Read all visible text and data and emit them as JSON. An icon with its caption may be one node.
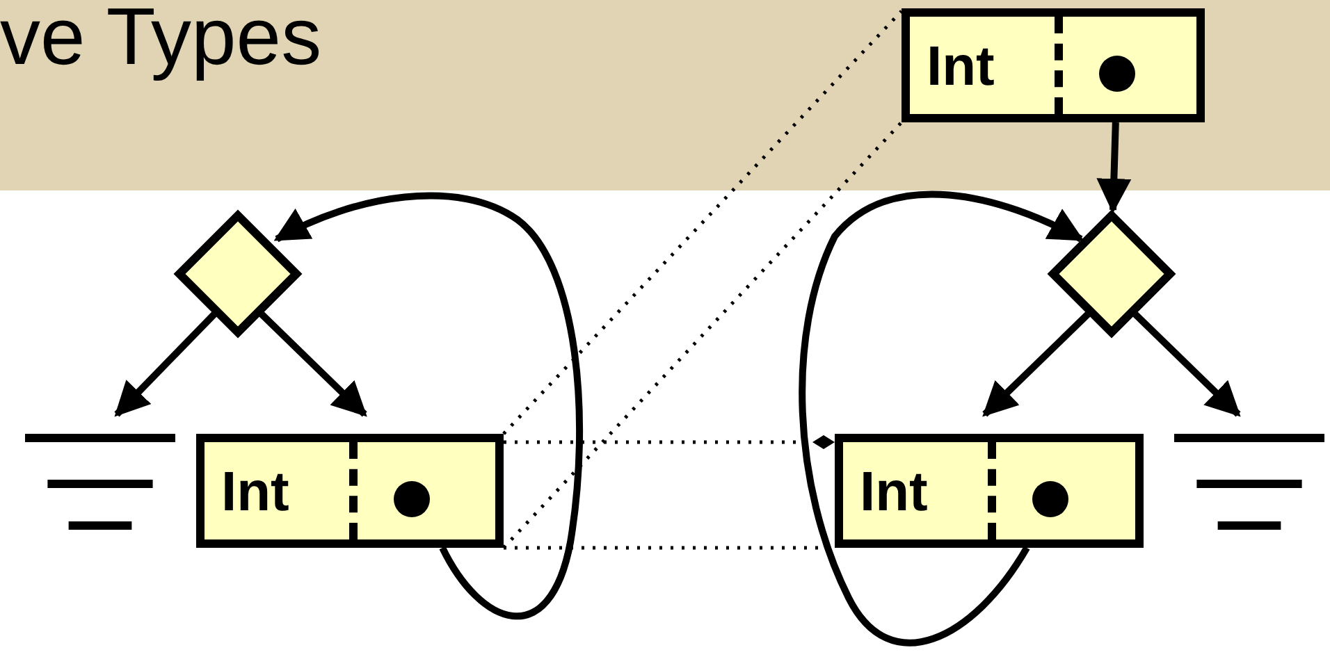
{
  "diagram": {
    "title": "ve Types",
    "nodes": [
      {
        "text": [
          "Int"
        ]
      },
      {
        "text": [],
        "shape": "diamond"
      },
      {
        "text": [],
        "shape": "diamond"
      },
      {
        "text": [],
        "shape": "ground"
      },
      {
        "text": [
          "Int"
        ]
      },
      {
        "text": [
          "Int"
        ]
      },
      {
        "text": [],
        "shape": "ground"
      }
    ],
    "edges": [
      {
        "from": 0,
        "to": 2,
        "arrow": "to"
      },
      {
        "from": 1,
        "to": 3,
        "arrow": "to"
      },
      {
        "from": 1,
        "to": 4,
        "arrow": "to"
      },
      {
        "from": 4,
        "to": 1,
        "arrow": "to"
      },
      {
        "from": 2,
        "to": 5,
        "arrow": "to"
      },
      {
        "from": 2,
        "to": 6,
        "arrow": "to"
      },
      {
        "from": 5,
        "to": 2,
        "arrow": "to"
      },
      {
        "from": 4,
        "to": 0,
        "arrow": "none",
        "style": "dashed"
      },
      {
        "from": 4,
        "to": 0,
        "arrow": "none",
        "style": "dashed"
      },
      {
        "from": 4,
        "to": 5,
        "arrow": "other",
        "style": "dashed"
      },
      {
        "from": 4,
        "to": 5,
        "arrow": "none",
        "style": "dashed"
      }
    ]
  }
}
